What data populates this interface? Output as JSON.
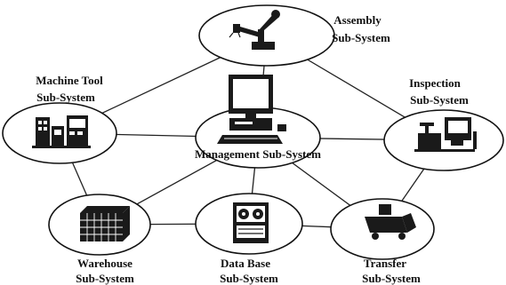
{
  "nodes": {
    "assembly": {
      "line1": "Assembly",
      "line2": "Sub-System",
      "icon": "robot-arm-icon"
    },
    "machine_tool": {
      "line1": "Machine Tool",
      "line2": "Sub-System",
      "icon": "machine-tool-icon"
    },
    "inspection": {
      "line1": "Inspection",
      "line2": "Sub-System",
      "icon": "inspection-station-icon"
    },
    "management": {
      "line1": "Management Sub-System",
      "icon": "computer-workstation-icon"
    },
    "warehouse": {
      "line1": "Warehouse",
      "line2": "Sub-System",
      "icon": "warehouse-racks-icon"
    },
    "database": {
      "line1": "Data Base",
      "line2": "Sub-System",
      "icon": "database-cabinet-icon"
    },
    "transfer": {
      "line1": "Transfer",
      "line2": "Sub-System",
      "icon": "transfer-cart-icon"
    }
  }
}
